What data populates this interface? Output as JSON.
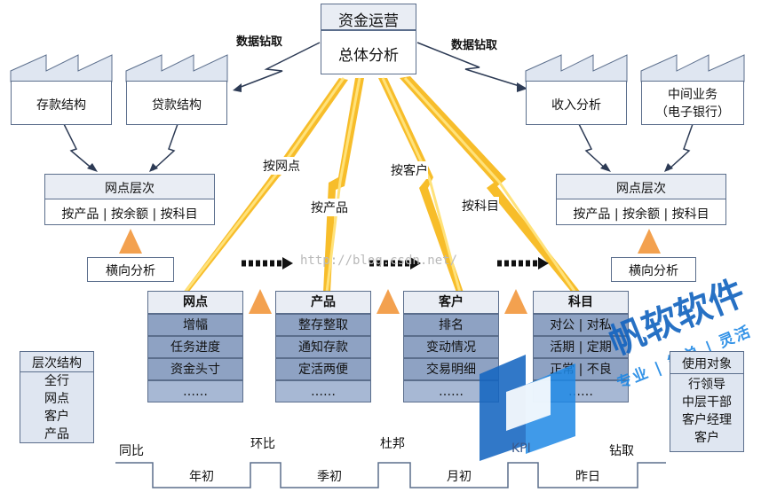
{
  "top": {
    "title": "资金运营",
    "subtitle": "总体分析"
  },
  "drill_labels": [
    "数据钻取",
    "数据钻取"
  ],
  "factories": [
    {
      "label": "存款结构"
    },
    {
      "label": "贷款结构"
    },
    {
      "label": "收入分析"
    },
    {
      "line1": "中间业务",
      "line2": "（电子银行）"
    }
  ],
  "hierarchy_left": {
    "title": "网点层次",
    "items": "按产品 | 按余额 | 按科目"
  },
  "hierarchy_right": {
    "title": "网点层次",
    "items": "按产品 | 按余额 | 按科目"
  },
  "lateral": [
    "横向分析",
    "横向分析"
  ],
  "bolt_labels": [
    "按网点",
    "按产品",
    "按客户",
    "按科目"
  ],
  "watermark_url": "http://blog.csdn.net/",
  "categories": [
    {
      "title": "网点",
      "rows": [
        "增幅",
        "任务进度",
        "资金头寸",
        "……"
      ]
    },
    {
      "title": "产品",
      "rows": [
        "整存整取",
        "通知存款",
        "定活两便",
        "……"
      ]
    },
    {
      "title": "客户",
      "rows": [
        "排名",
        "变动情况",
        "交易明细",
        "……"
      ]
    },
    {
      "title": "科目",
      "rows": [
        "对公 | 对私",
        "活期 | 定期",
        "正常 | 不良",
        "……"
      ]
    }
  ],
  "levels": {
    "title": "层次结构",
    "items": [
      "全行",
      "网点",
      "客户",
      "产品"
    ]
  },
  "users": {
    "title": "使用对象",
    "items": [
      "行领导",
      "中层干部",
      "客户经理",
      "客户"
    ]
  },
  "timeline": {
    "upper": [
      "同比",
      "环比",
      "杜邦",
      "KPI",
      "钻取"
    ],
    "lower": [
      "年初",
      "季初",
      "月初",
      "昨日"
    ]
  },
  "brand": {
    "name": "帆软软件",
    "slogan": "专业 | 简单 | 灵活"
  },
  "colors": {
    "bolt": "#f7bd2a",
    "triangle": "#f3a14f",
    "row_fill": "#8ea2c3",
    "logo_blue": "#1565c0"
  }
}
